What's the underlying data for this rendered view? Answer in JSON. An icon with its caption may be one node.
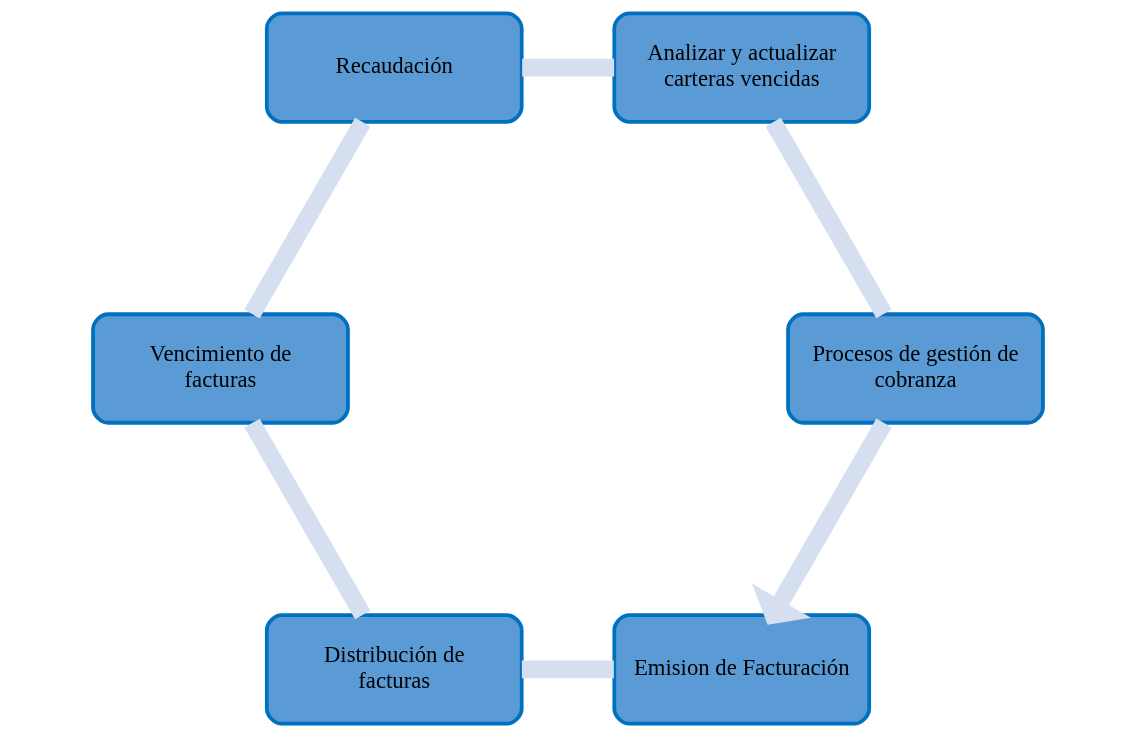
{
  "diagram": {
    "nodes": [
      {
        "text": [
          "Emision de Facturación"
        ]
      },
      {
        "text": [
          "Distribución de facturas"
        ]
      },
      {
        "text": [
          "Vencimiento de facturas"
        ]
      },
      {
        "text": [
          "Recaudación"
        ]
      },
      {
        "text": [
          "Analizar y actualizar carteras vencidas"
        ]
      },
      {
        "text": [
          "Procesos de gestión de cobranza"
        ]
      }
    ],
    "edges": [
      {
        "from": 0,
        "to": 1,
        "arrow": "none"
      },
      {
        "from": 1,
        "to": 2,
        "arrow": "none"
      },
      {
        "from": 2,
        "to": 3,
        "arrow": "none"
      },
      {
        "from": 3,
        "to": 4,
        "arrow": "none"
      },
      {
        "from": 4,
        "to": 5,
        "arrow": "none"
      },
      {
        "from": 5,
        "to": 0,
        "arrow": "to"
      }
    ]
  }
}
